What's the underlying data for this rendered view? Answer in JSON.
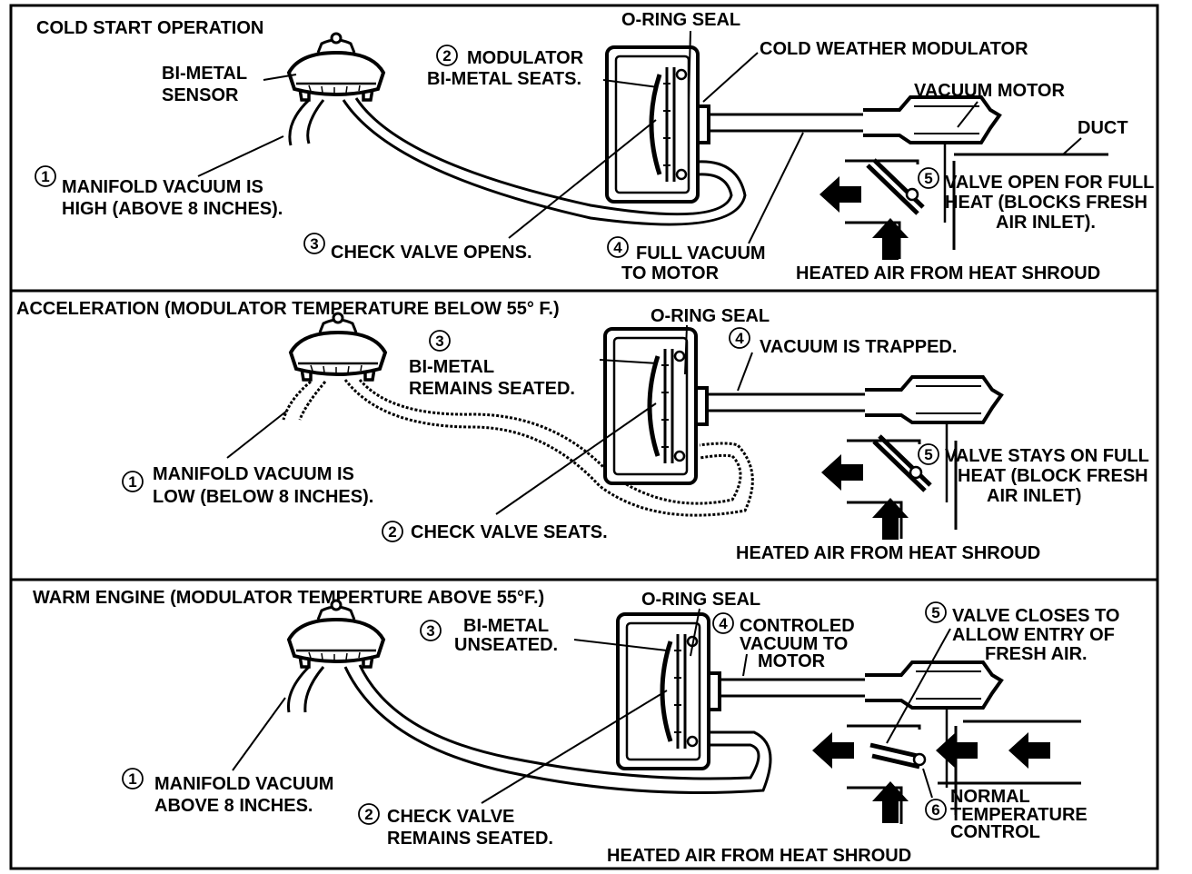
{
  "panels": [
    {
      "title": "COLD START OPERATION",
      "labels": {
        "bimetal_sensor_line1": "BI-METAL",
        "bimetal_sensor_line2": "SENSOR",
        "oring": "O-RING SEAL",
        "cold_weather_modulator": "COLD WEATHER MODULATOR",
        "vacuum_motor": "VACUUM MOTOR",
        "duct": "DUCT",
        "heated_air": "HEATED AIR FROM HEAT SHROUD"
      },
      "callouts": [
        {
          "num": "1",
          "lines": [
            "MANIFOLD VACUUM IS",
            "HIGH (ABOVE 8 INCHES)."
          ]
        },
        {
          "num": "2",
          "lines": [
            "MODULATOR",
            "BI-METAL SEATS."
          ]
        },
        {
          "num": "3",
          "lines": [
            "CHECK VALVE OPENS."
          ]
        },
        {
          "num": "4",
          "lines": [
            "FULL VACUUM",
            "TO MOTOR"
          ]
        },
        {
          "num": "5",
          "lines": [
            "VALVE OPEN FOR FULL",
            "HEAT (BLOCKS FRESH",
            "AIR INLET)."
          ]
        }
      ]
    },
    {
      "title": "ACCELERATION (MODULATOR TEMPERATURE BELOW 55° F.)",
      "labels": {
        "oring": "O-RING SEAL",
        "heated_air": "HEATED AIR FROM HEAT SHROUD"
      },
      "callouts": [
        {
          "num": "1",
          "lines": [
            "MANIFOLD VACUUM IS",
            "LOW (BELOW 8 INCHES)."
          ]
        },
        {
          "num": "2",
          "lines": [
            "CHECK VALVE SEATS."
          ]
        },
        {
          "num": "3",
          "lines": [
            "BI-METAL",
            "REMAINS SEATED."
          ]
        },
        {
          "num": "4",
          "lines": [
            "VACUUM IS TRAPPED."
          ]
        },
        {
          "num": "5",
          "lines": [
            "VALVE STAYS ON FULL",
            "HEAT (BLOCK FRESH",
            "AIR INLET)"
          ]
        }
      ]
    },
    {
      "title": "WARM ENGINE (MODULATOR TEMPERTURE ABOVE 55°F.)",
      "labels": {
        "oring": "O-RING SEAL",
        "heated_air": "HEATED AIR FROM HEAT SHROUD"
      },
      "callouts": [
        {
          "num": "1",
          "lines": [
            "MANIFOLD VACUUM",
            "ABOVE 8 INCHES."
          ]
        },
        {
          "num": "2",
          "lines": [
            "CHECK VALVE",
            "REMAINS SEATED."
          ]
        },
        {
          "num": "3",
          "lines": [
            "BI-METAL",
            "UNSEATED."
          ]
        },
        {
          "num": "4",
          "lines": [
            "CONTROLED",
            "VACUUM TO",
            "MOTOR"
          ]
        },
        {
          "num": "5",
          "lines": [
            "VALVE CLOSES TO",
            "ALLOW ENTRY OF",
            "FRESH AIR."
          ]
        },
        {
          "num": "6",
          "lines": [
            "NORMAL",
            "TEMPERATURE",
            "CONTROL"
          ]
        }
      ]
    }
  ]
}
